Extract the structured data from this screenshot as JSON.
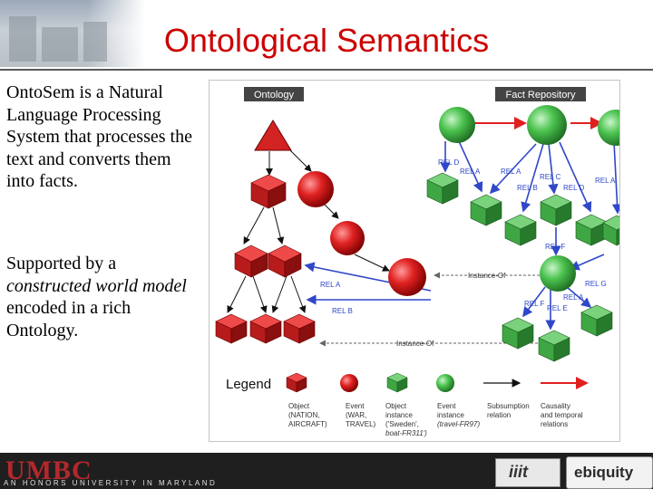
{
  "slide": {
    "title": "Ontological Semantics",
    "para1": "OntoSem is a Natural Language Processing System that processes the text and converts them into facts.",
    "para2_a": "Supported by a ",
    "para2_em": "constructed world model",
    "para2_b": " encoded in a rich Ontology."
  },
  "diagram": {
    "headers": {
      "ontology": "Ontology",
      "fact_repository": "Fact Repository"
    },
    "relation_labels": [
      "REL D",
      "REL A",
      "REL A",
      "REL C",
      "REL A",
      "REL B",
      "REL D",
      "REL F",
      "REL G",
      "REL A",
      "REL F",
      "REL E",
      "REL A",
      "REL B"
    ],
    "instance_of_1": "Instance-Of",
    "instance_of_2": "Instance-Of",
    "legend": {
      "title": "Legend",
      "items": [
        {
          "l1": "Object",
          "l2": "(NATION,",
          "l3": "AIRCRAFT)",
          "l4": ""
        },
        {
          "l1": "Event",
          "l2": "(WAR,",
          "l3": "TRAVEL)",
          "l4": ""
        },
        {
          "l1": "Object",
          "l2": "instance",
          "l3": "('Sweden',",
          "l4": "boat-FR311')"
        },
        {
          "l1": "Event",
          "l2": "instance",
          "l3": "(travel-FR97)",
          "l4": ""
        },
        {
          "l1": "Subsumption",
          "l2": "relation",
          "l3": "",
          "l4": ""
        },
        {
          "l1": "Causality",
          "l2": "and temporal",
          "l3": "relations",
          "l4": ""
        }
      ]
    }
  },
  "footer": {
    "logo": "UMBC",
    "tagline": "AN HONORS UNIVERSITY IN MARYLAND",
    "badge1": "iiit",
    "badge2": "ebiquity"
  },
  "colors": {
    "title": "#cc0000",
    "ontology_red": "#cc2020",
    "fact_green": "#3fae4a",
    "relation_blue": "#2f47c8",
    "causal_red": "#e02020"
  }
}
